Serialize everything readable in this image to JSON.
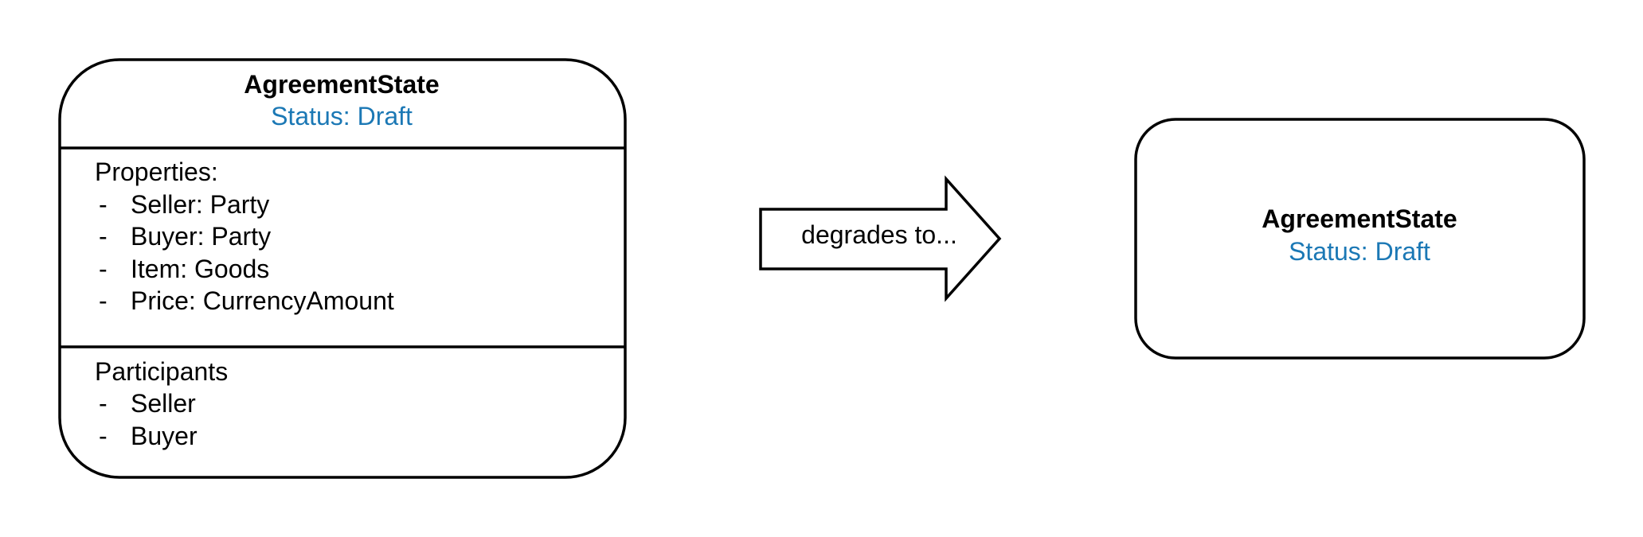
{
  "colors": {
    "stroke": "#000000",
    "status": "#1b78b5",
    "text": "#000000",
    "background": "#ffffff"
  },
  "left_state": {
    "title": "AgreementState",
    "status": "Status: Draft",
    "properties_heading": "Properties:",
    "properties": [
      "Seller: Party",
      "Buyer: Party",
      "Item: Goods",
      "Price: CurrencyAmount"
    ],
    "participants_heading": "Participants",
    "participants": [
      "Seller",
      "Buyer"
    ],
    "bullet": "-"
  },
  "arrow": {
    "label": "degrades to..."
  },
  "right_state": {
    "title": "AgreementState",
    "status": "Status: Draft"
  }
}
